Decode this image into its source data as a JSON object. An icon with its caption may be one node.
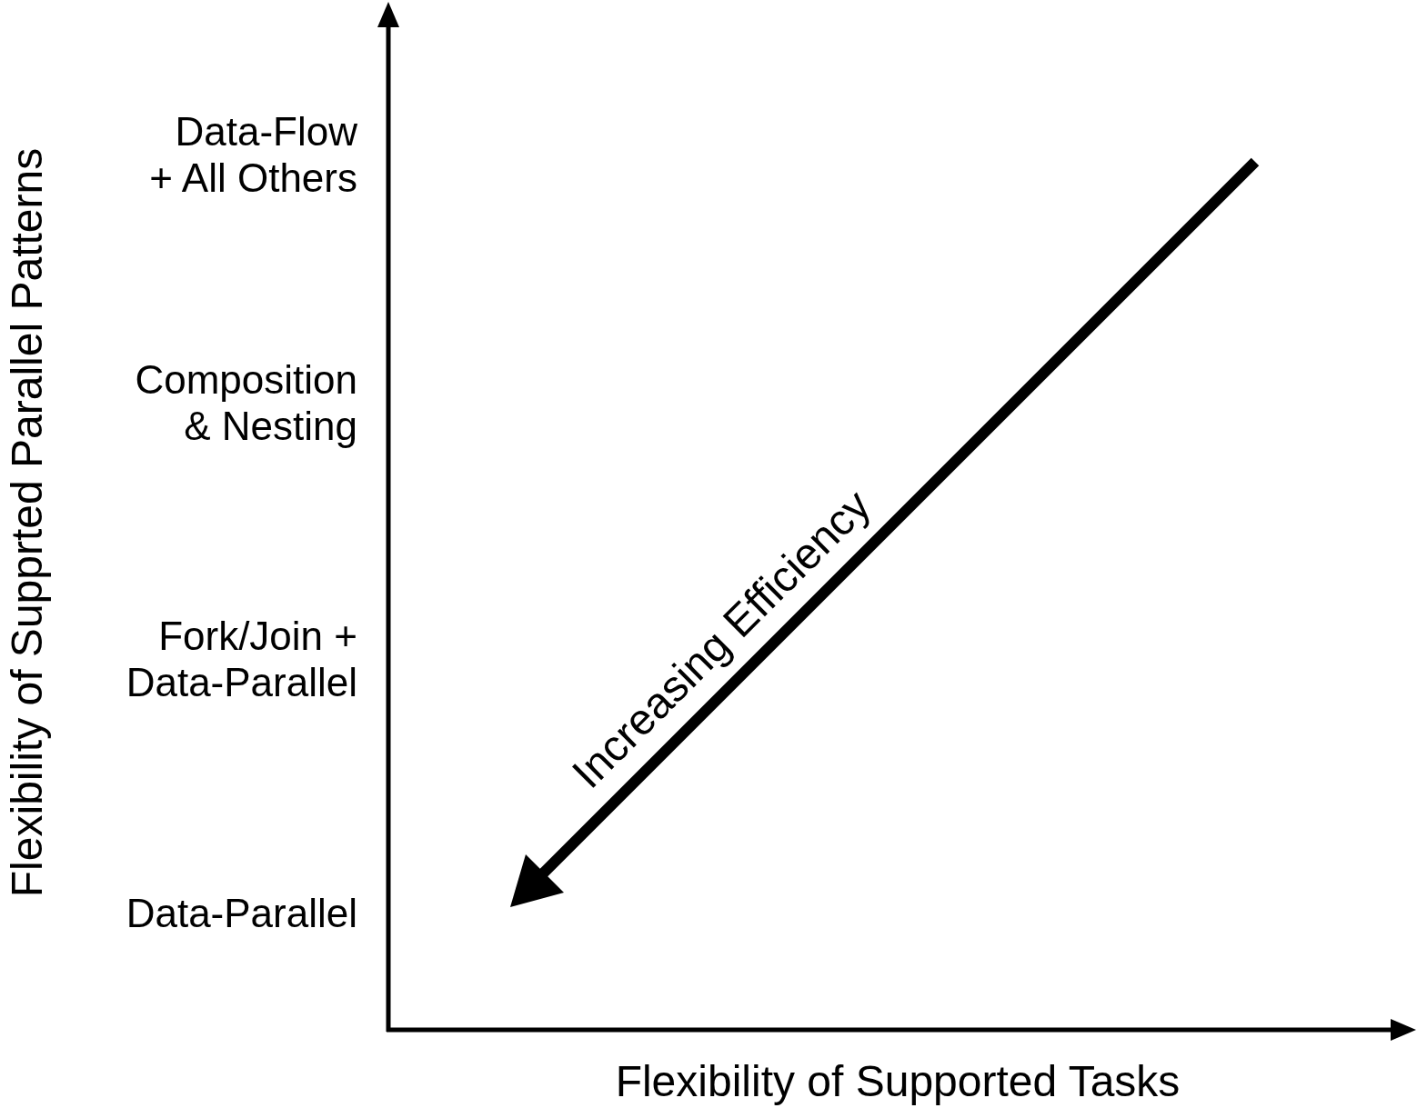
{
  "diagram": {
    "labels": [
      "Flexibility of Supprted Parallel Patterns",
      "Data-Flow + All Others",
      "Composition & Nesting",
      "Fork/Join + Data-Parallel",
      "Data-Parallel",
      "Increasing Efficiency",
      "Flexibility of Supported Tasks"
    ]
  }
}
